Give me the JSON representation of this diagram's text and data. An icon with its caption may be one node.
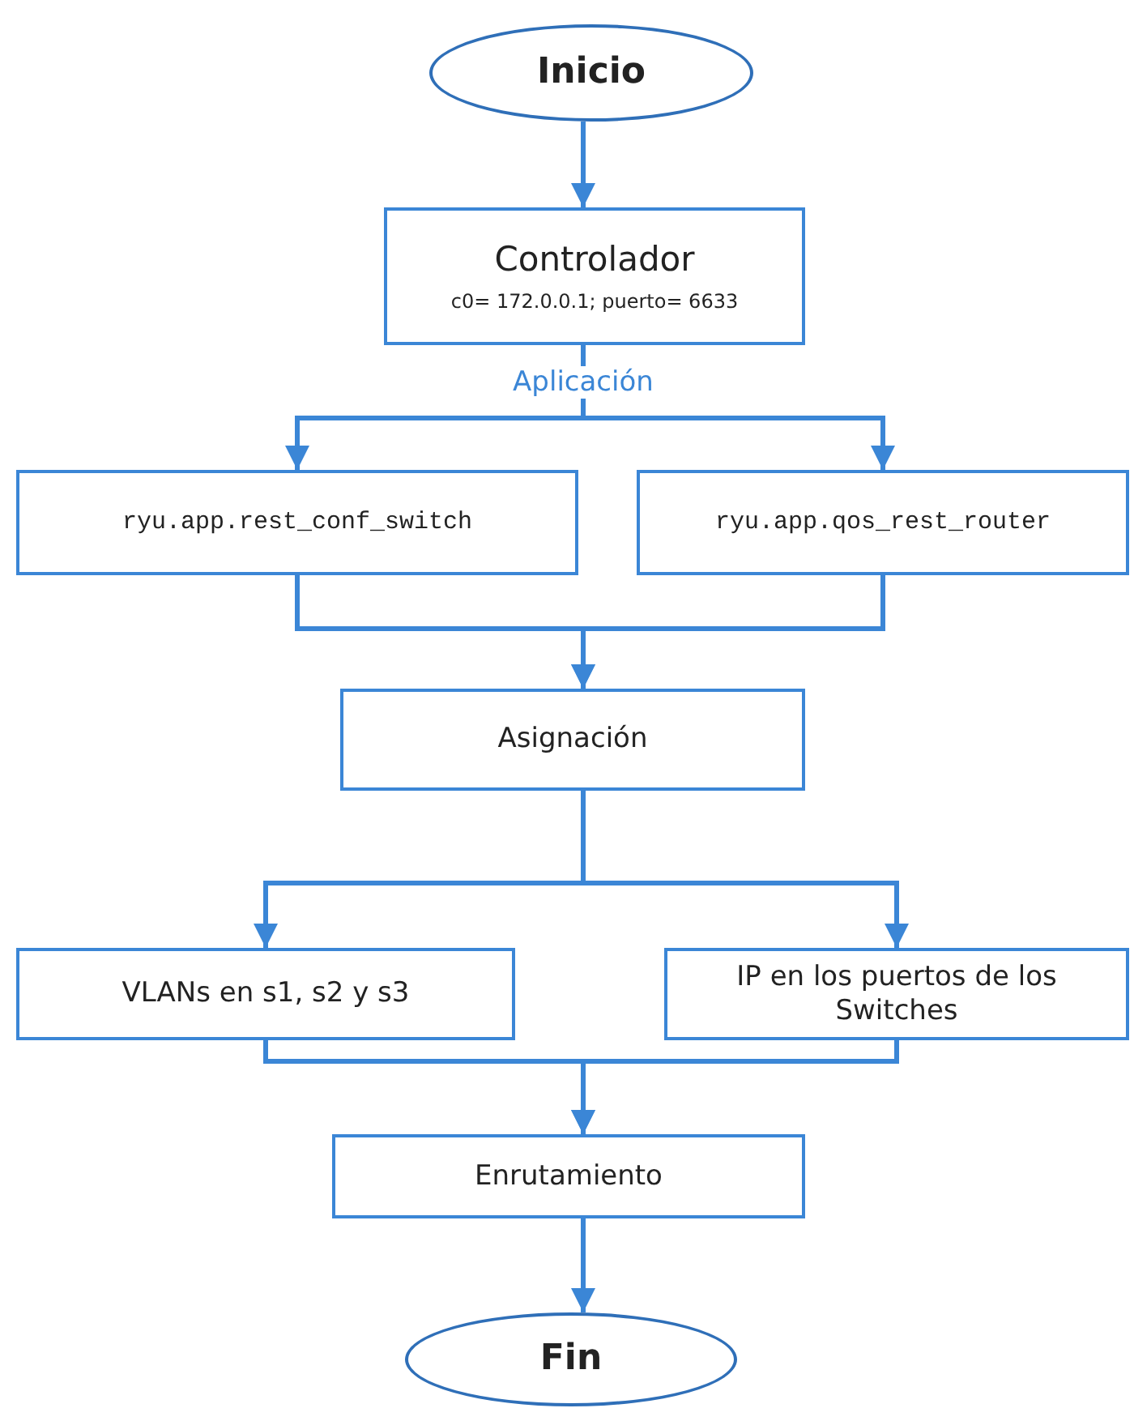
{
  "diagram": {
    "nodes": [
      {
        "text": [
          "Inicio"
        ]
      },
      {
        "text": [
          "Controlador",
          "c0= 172.0.0.1; puerto= 6633"
        ]
      },
      {
        "text": [
          "ryu.app.rest_conf_switch"
        ]
      },
      {
        "text": [
          "ryu.app.qos_rest_router"
        ]
      },
      {
        "text": [
          "Asignación"
        ]
      },
      {
        "text": [
          "VLANs en s1, s2 y s3"
        ]
      },
      {
        "text": [
          "IP en los puertos de los Switches"
        ]
      },
      {
        "text": [
          "Enrutamiento"
        ]
      },
      {
        "text": [
          "Fin"
        ]
      }
    ],
    "edges": [
      {
        "from": 0,
        "to": 1,
        "arrow": "to"
      },
      {
        "from": 1,
        "to": 2,
        "arrow": "to",
        "label": "Aplicación"
      },
      {
        "from": 1,
        "to": 3,
        "arrow": "to"
      },
      {
        "from": 2,
        "to": 4,
        "arrow": "to"
      },
      {
        "from": 3,
        "to": 4,
        "arrow": "to"
      },
      {
        "from": 4,
        "to": 5,
        "arrow": "to"
      },
      {
        "from": 4,
        "to": 6,
        "arrow": "to"
      },
      {
        "from": 5,
        "to": 7,
        "arrow": "to"
      },
      {
        "from": 6,
        "to": 7,
        "arrow": "to"
      },
      {
        "from": 7,
        "to": 8,
        "arrow": "to"
      }
    ]
  }
}
